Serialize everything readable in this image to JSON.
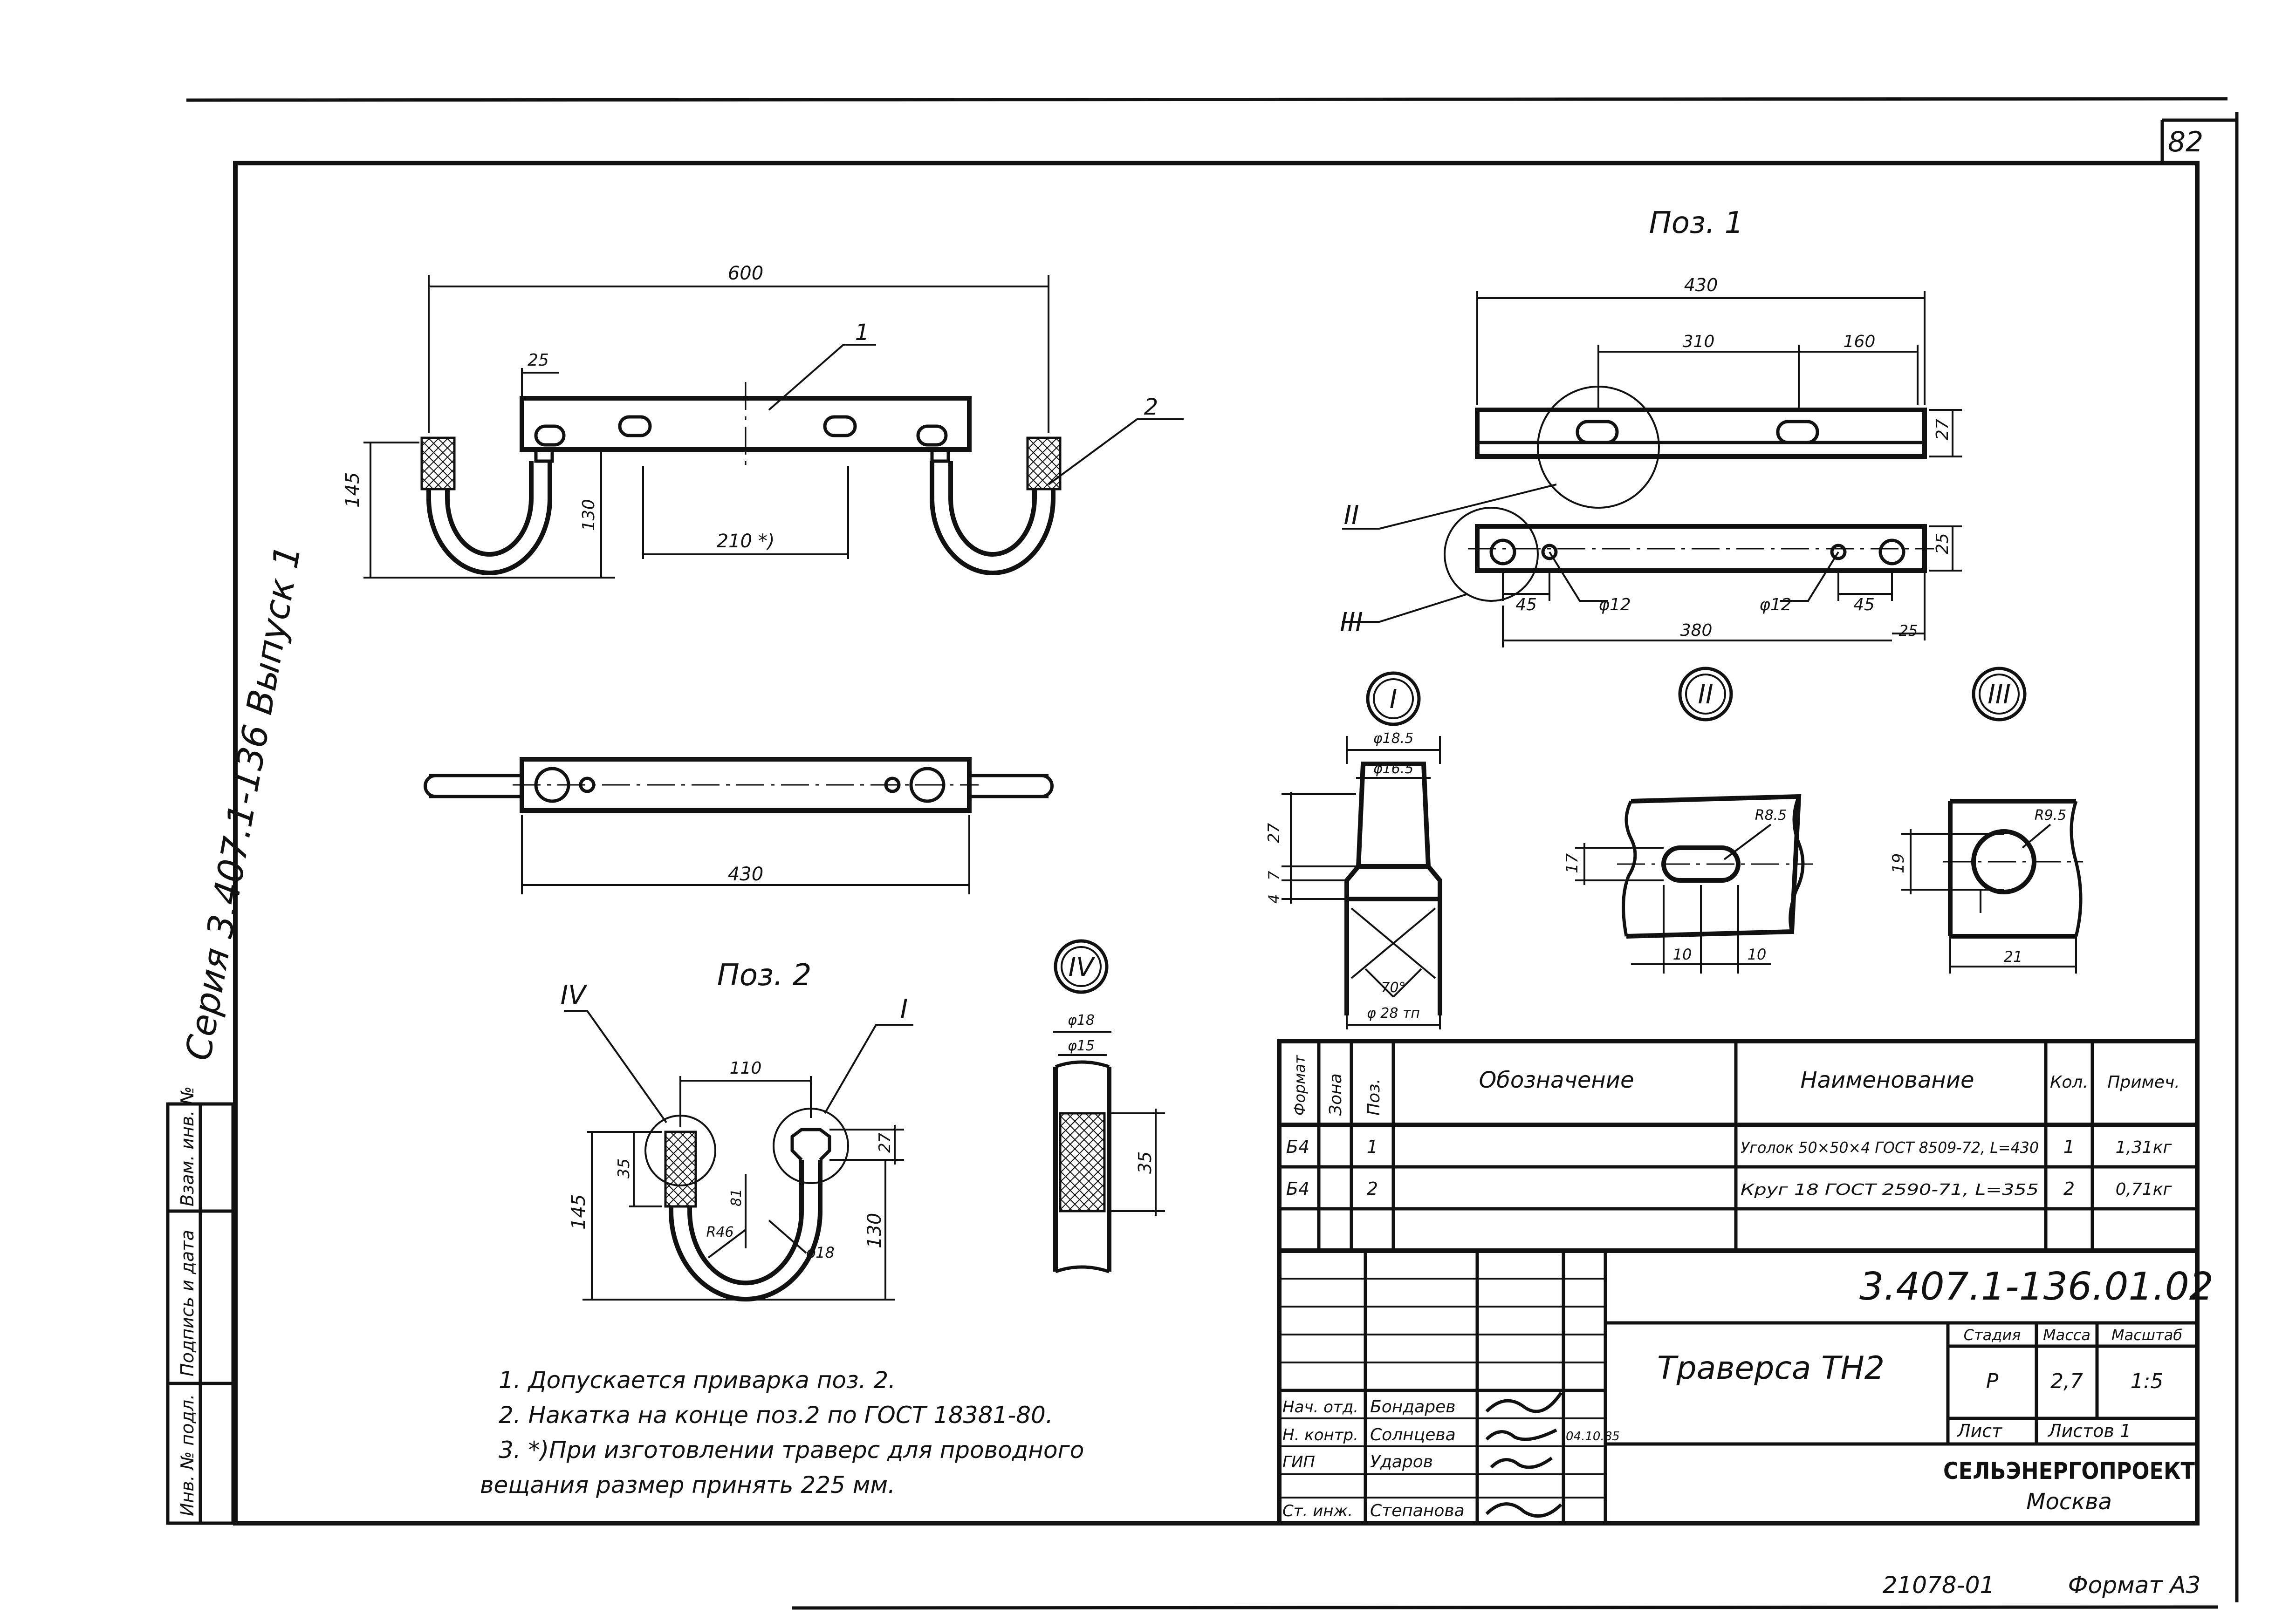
{
  "sheet": {
    "sheet_number": "82",
    "side_title": "Серия 3.407.1-136  Выпуск 1",
    "archive_number": "21078-01",
    "format_label": "Формат А3"
  },
  "side_stamp": {
    "col1": "Инв. № подл.",
    "col2": "Подпись и дата",
    "col3": "Взам. инв. №"
  },
  "assembly": {
    "dim_total": "600",
    "dim_25": "25",
    "dim_145": "145",
    "dim_130": "130",
    "dim_210": "210 *)",
    "label_1": "1",
    "label_2": "2",
    "plan_dim": "430"
  },
  "pos1": {
    "title": "Поз. 1",
    "dim_430": "430",
    "dim_310": "310",
    "dim_160": "160",
    "dim_27": "27",
    "dim_25": "25",
    "dim_45a": "45",
    "dim_45b": "45",
    "dia_12a": "φ12",
    "dia_12b": "φ12",
    "dim_380": "380",
    "dim_25b": "25",
    "call_ii": "II",
    "call_iii": "III"
  },
  "details": {
    "i": {
      "label": "I",
      "d1": "φ18.5",
      "d2": "φ16.5",
      "h27": "27",
      "h7": "7",
      "h4": "4",
      "angle": "70°",
      "base": "φ 28 тп"
    },
    "ii": {
      "label": "II",
      "r": "R8.5",
      "h": "17",
      "w1": "10",
      "w2": "10"
    },
    "iii": {
      "label": "III",
      "r": "R9.5",
      "h": "19",
      "w": "21"
    },
    "iv": {
      "label": "IV",
      "d1": "φ18",
      "d2": "φ15",
      "h": "35"
    }
  },
  "pos2": {
    "title": "Поз. 2",
    "call_iv": "IV",
    "call_i": "I",
    "dim_110": "110",
    "dim_27": "27",
    "dim_35": "35",
    "dim_145": "145",
    "dim_81": "81",
    "dim_r": "R46",
    "dia": "φ18",
    "dim_130": "130"
  },
  "notes": [
    "1. Допускается приварка поз. 2.",
    "2. Накатка на конце поз.2 по ГОСТ 18381-80.",
    "3. *)При изготовлении траверс для проводного",
    "вещания размер принять 225 мм."
  ],
  "spec_table": {
    "headers": [
      "Формат",
      "Зона",
      "Поз.",
      "Обозначение",
      "Наименование",
      "Кол.",
      "Примеч."
    ],
    "rows": [
      [
        "Б4",
        "",
        "1",
        "",
        "Уголок 50×50×4 ГОСТ 8509-72, L=430",
        "1",
        "1,31кг"
      ],
      [
        "Б4",
        "",
        "2",
        "",
        "Круг 18  ГОСТ 2590-71,     L=355",
        "2",
        "0,71кг"
      ]
    ]
  },
  "title_block": {
    "doc_number": "3.407.1-136.01.02",
    "name": "Траверса  ТН2",
    "stage_label": "Стадия",
    "mass_label": "Масса",
    "scale_label": "Масштаб",
    "stage": "Р",
    "mass": "2,7",
    "scale": "1:5",
    "sheet_label": "Лист",
    "sheets_label": "Листов  1",
    "org": "СЕЛЬЭНЕРГОПРОЕКТ",
    "city": "Москва",
    "date": "04.10.85",
    "people": [
      {
        "role": "Нач. отд.",
        "name": "Бондарев"
      },
      {
        "role": "Н. контр.",
        "name": "Солнцева"
      },
      {
        "role": "ГИП",
        "name": "Ударов"
      },
      {
        "role": "",
        "name": ""
      },
      {
        "role": "Ст. инж.",
        "name": "Степанова"
      }
    ]
  }
}
